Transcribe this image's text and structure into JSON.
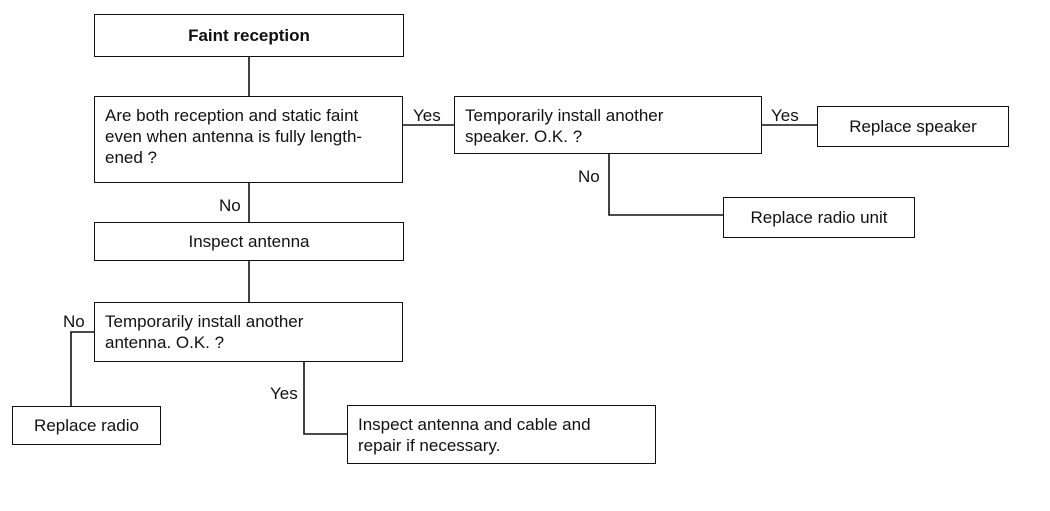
{
  "flowchart": {
    "start": "Faint reception",
    "q1": {
      "line1": "Are both reception and static faint",
      "line2": "even when antenna is fully length-",
      "line3": "ened ?"
    },
    "q1_yes": "Yes",
    "q1_no": "No",
    "q2": {
      "line1": "Temporarily install another",
      "line2": "speaker. O.K. ?"
    },
    "q2_yes": "Yes",
    "q2_no": "No",
    "replace_speaker": "Replace speaker",
    "replace_radio_unit": "Replace radio unit",
    "inspect_antenna": "Inspect antenna",
    "q3": {
      "line1": "Temporarily install another",
      "line2": "antenna. O.K. ?"
    },
    "q3_no": "No",
    "q3_yes": "Yes",
    "replace_radio": "Replace radio",
    "inspect_cable": {
      "line1": "Inspect antenna and cable and",
      "line2": "repair if necessary."
    }
  }
}
